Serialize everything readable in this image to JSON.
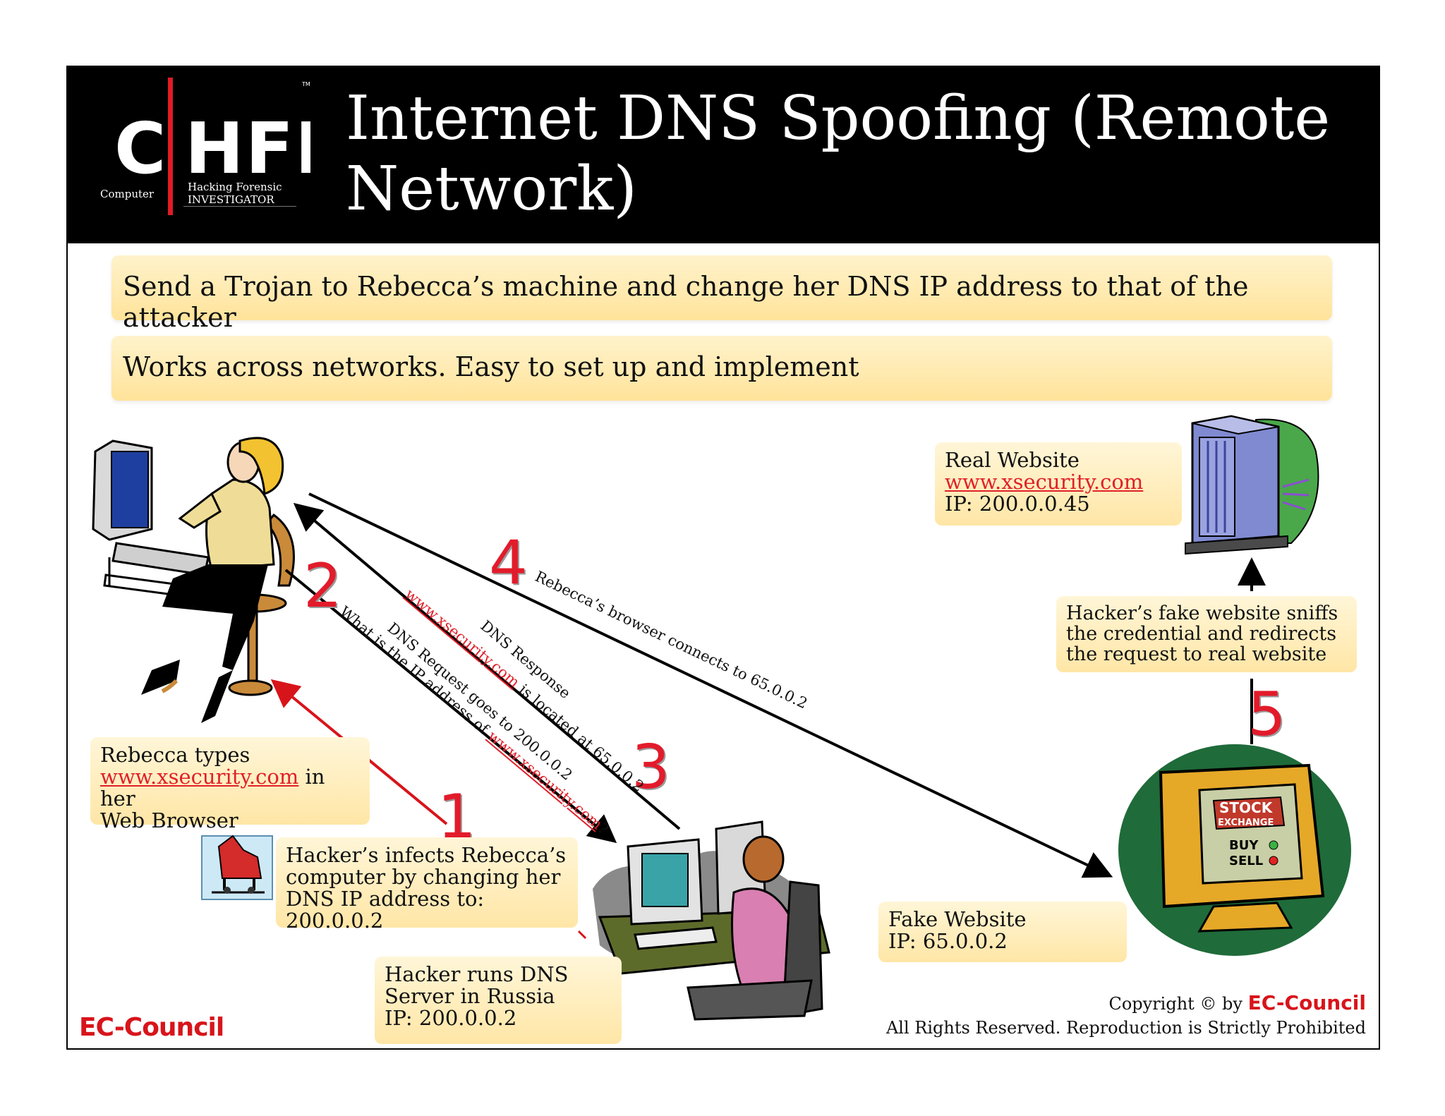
{
  "logo": {
    "letters_left": "C",
    "letters_right": "HFI",
    "tm": "TM",
    "sub_left": "Computer",
    "sub_right_line1": "Hacking Forensic",
    "sub_right_line2": "INVESTIGATOR"
  },
  "title": "Internet DNS Spoofing (Remote Network)",
  "bars": [
    "Send a Trojan to Rebecca’s machine and change her DNS IP address to that of the attacker",
    "Works across networks. Easy to set up and implement"
  ],
  "boxes": {
    "real_site": {
      "line1": "Real Website",
      "link": "www.xsecurity.com",
      "line3": "IP: 200.0.0.45"
    },
    "fake_sniff": {
      "text": "Hacker’s fake website sniffs the credential and redirects the request to real website"
    },
    "rebecca_types": {
      "pre": "Rebecca types",
      "link": "www.xsecurity.com",
      "post1": " in her",
      "post2": "Web Browser"
    },
    "hacker_infects": {
      "text": "Hacker’s infects Rebecca’s computer by changing her DNS IP address to: 200.0.0.2"
    },
    "hacker_dns": {
      "line1": "Hacker runs DNS",
      "line2": "Server in Russia",
      "line3": "IP: 200.0.0.2"
    },
    "fake_site": {
      "line1": "Fake Website",
      "line2": "IP: 65.0.0.2"
    }
  },
  "steps": [
    "1",
    "2",
    "3",
    "4",
    "5"
  ],
  "arrow_labels": {
    "step4": "Rebecca’s browser connects to 65.0.0.2",
    "dns_response_1": "DNS Response",
    "dns_response_link": "www.xsecurity.com",
    "dns_response_2": " is located at 65.0.0.2",
    "dns_request_1": "DNS Request goes to 200.0.0.2",
    "dns_request_2": "What is the IP address of ",
    "dns_request_link": "www.xsecurity.com",
    "dns_request_q": "?"
  },
  "monitor_sign": {
    "line1": "STOCK",
    "line2": "EXCHANGE",
    "line3": "BUY",
    "line4": "SELL"
  },
  "footer": {
    "brand": "EC-Council",
    "copyright_pre": "Copyright © by ",
    "copyright_brand": "EC-Council",
    "rights": "All Rights Reserved. Reproduction is Strictly Prohibited"
  },
  "colors": {
    "accent_red": "#e21b2b",
    "box_yellow": "#ffe6a6",
    "header_black": "#000000"
  }
}
